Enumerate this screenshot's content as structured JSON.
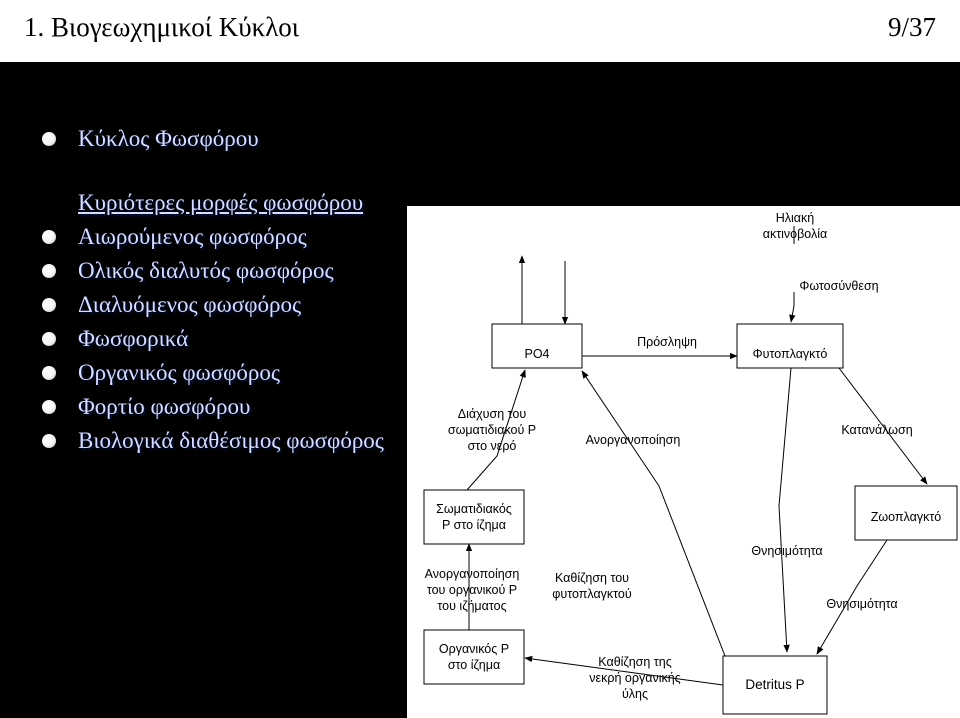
{
  "header": {
    "title": "1. Βιογεωχημικοί Κύκλοι",
    "page": "9/37"
  },
  "bullets": {
    "main": "Κύκλος Φωσφόρου",
    "subhead": "Κυριότερες μορφές φωσφόρου",
    "items": [
      "Αιωρούμενος φωσφόρος",
      "Ολικός διαλυτός φωσφόρος",
      "Διαλυόμενος φωσφόρος",
      "Φωσφορικά",
      "Οργανικός φωσφόρος",
      "Φορτίο φωσφόρου",
      "Βιολογικά διαθέσιμος φωσφόρος"
    ]
  },
  "diagram": {
    "solar": "Ηλιακή\nακτινοβολία",
    "photosynthesis": "Φωτοσύνθεση",
    "po4": "PO4",
    "uptake": "Πρόσληψη",
    "phytoplankton": "Φυτοπλαγκτό",
    "diffusion": "Διάχυση του\nσωματιδιακού P\nστο νερό",
    "mineralization": "Ανοργανοποίηση",
    "consumption": "Κατανάλωση",
    "particulate_p": "Σωματιδιακός\nP στο ίζημα",
    "zooplankton": "Ζωοπλαγκτό",
    "mortality_1": "Θνησιμότητα",
    "sediment_mineralization": "Ανοργανοποίηση\nτου οργανικού P\nτου ιζήματος",
    "phyto_settling": "Καθίζηση του\nφυτοπλαγκτού",
    "mortality_2": "Θνησιμότητα",
    "organic_p": "Οργανικός P\nστο ίζημα",
    "dead_matter_settling": "Καθίζηση της\nνεκρή οργανικής\nύλης",
    "detritus": "Detritus P"
  }
}
